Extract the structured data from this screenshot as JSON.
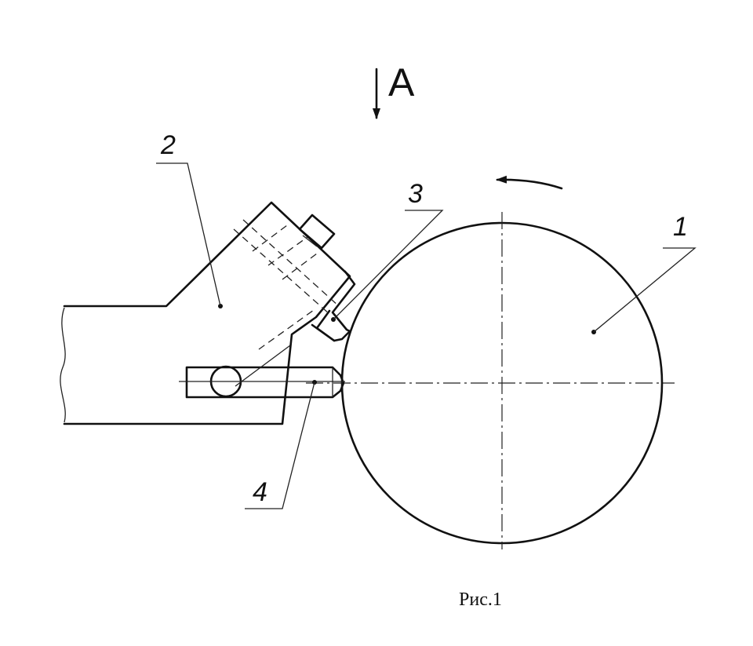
{
  "view_label": "A",
  "parts": [
    {
      "number": "1"
    },
    {
      "number": "2"
    },
    {
      "number": "3"
    },
    {
      "number": "4"
    }
  ],
  "caption": "Рис.1"
}
